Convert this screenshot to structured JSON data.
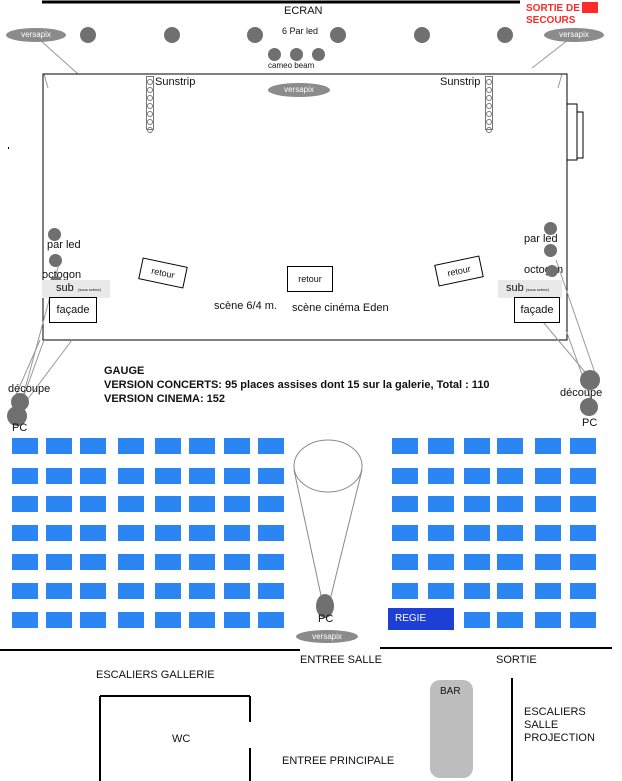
{
  "screen": {
    "label": "ECRAN"
  },
  "emergency_exit": {
    "line1": "SORTIE DE",
    "line2": "SECOURS",
    "color": "#ff2a2a"
  },
  "lighting": {
    "par_led_top": "6 Par led",
    "cameo_beam": "cameo beam",
    "sunstrip_left": "Sunstrip",
    "sunstrip_right": "Sunstrip",
    "versapix": "versapix",
    "par_led_left": "par led",
    "par_led_right": "par led",
    "octogon_left": "octogon",
    "octogon_right": "octogon",
    "decoupe_left": "découpe",
    "decoupe_right": "découpe",
    "pc_left": "PC",
    "pc_right": "PC",
    "pc_center": "PC"
  },
  "stage": {
    "sub_left": "sub",
    "sub_right": "sub",
    "sub_note": "(sous scène)",
    "facade_left": "façade",
    "facade_right": "façade",
    "retour_left": "retour",
    "retour_center": "retour",
    "retour_right": "retour",
    "size": "scène 6/4 m.",
    "name": "scène cinéma Eden"
  },
  "gauge": {
    "title": "GAUGE",
    "concerts": "VERSION CONCERTS: 95  places assises dont 15 sur la galerie, Total : 110",
    "cinema": "VERSION CINEMA: 152"
  },
  "seating": {
    "regie": "REGIE",
    "seat_color": "#2b86f4",
    "regie_color": "#1d3fd6"
  },
  "venue": {
    "entree_salle": "ENTREE SALLE",
    "sortie": "SORTIE",
    "escaliers_gallerie": "ESCALIERS GALLERIE",
    "wc": "WC",
    "entree_principale": "ENTREE PRINCIPALE",
    "bar": "BAR",
    "escaliers_projection_1": "ESCALIERS",
    "escaliers_projection_2": "SALLE",
    "escaliers_projection_3": "PROJECTION"
  }
}
